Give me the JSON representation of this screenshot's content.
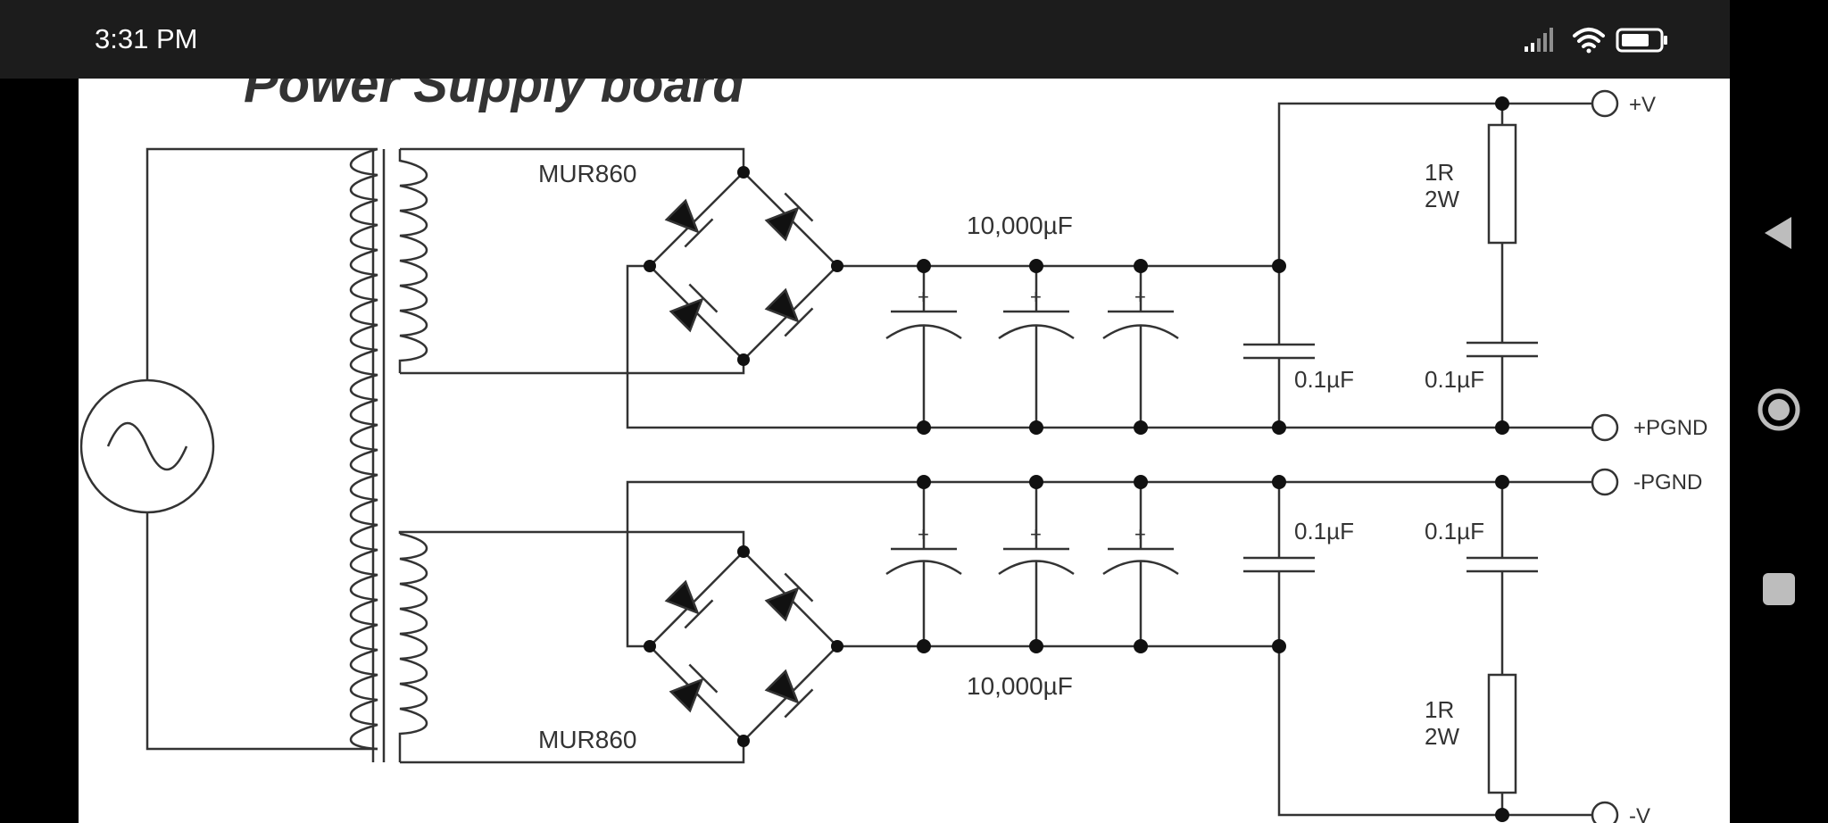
{
  "status_bar": {
    "time": "3:31 PM",
    "icons": [
      "signal-icon",
      "wifi-icon",
      "battery-icon"
    ]
  },
  "schematic": {
    "title": "Power Supply board",
    "labels": {
      "rectifier_top": "MUR860",
      "rectifier_bottom": "MUR860",
      "cap_bank_top": "10,000µF",
      "cap_bank_bottom": "10,000µF",
      "film_cap_top_1": "0.1µF",
      "film_cap_top_2": "0.1µF",
      "film_cap_bottom_1": "0.1µF",
      "film_cap_bottom_2": "0.1µF",
      "resistor_top_value": "1R",
      "resistor_top_power": "2W",
      "resistor_bottom_value": "1R",
      "resistor_bottom_power": "2W",
      "terminal_pos_v": "+V",
      "terminal_pos_pgnd": "+PGND",
      "terminal_neg_pgnd": "-PGND",
      "terminal_neg_v": "-V"
    }
  },
  "nav_bar": {
    "buttons": [
      "back-icon",
      "home-icon",
      "recents-icon"
    ]
  }
}
